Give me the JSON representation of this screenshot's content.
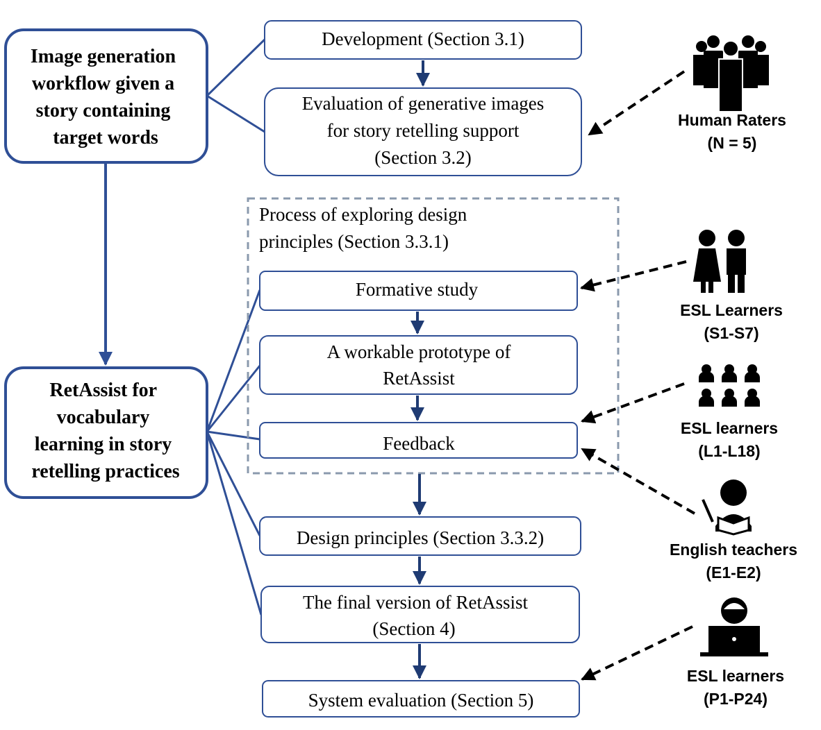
{
  "colors": {
    "box_border": "#2f4f96",
    "connector": "#2f4f96",
    "arrow": "#1f3b73",
    "dashed_group": "#8a99ad",
    "icon": "#000000",
    "text": "#000000"
  },
  "left_boxes": {
    "image_workflow": [
      "Image generation",
      "workflow given a",
      "story containing",
      "target words"
    ],
    "retassist": [
      "RetAssist for",
      "vocabulary",
      "learning in story",
      "retelling practices"
    ]
  },
  "steps": {
    "development": [
      "Development (Section 3.1)"
    ],
    "evaluation": [
      "Evaluation of generative images",
      "for story retelling support",
      "(Section 3.2)"
    ],
    "formative": [
      "Formative study"
    ],
    "prototype": [
      "A workable prototype of",
      "RetAssist"
    ],
    "feedback": [
      "Feedback"
    ],
    "design_principles": [
      "Design principles (Section 3.3.2)"
    ],
    "final_version": [
      "The final version of RetAssist",
      "(Section 4)"
    ],
    "system_eval": [
      "System evaluation (Section 5)"
    ]
  },
  "process_group": [
    "Process of exploring design",
    "principles (Section 3.3.1)"
  ],
  "participants": {
    "human_raters": {
      "icon": "crowd-icon",
      "lines": [
        "Human Raters",
        "(N = 5)"
      ]
    },
    "esl_s": {
      "icon": "students-pair-icon",
      "lines": [
        "ESL Learners",
        "(S1-S7)"
      ]
    },
    "esl_l": {
      "icon": "group-icon",
      "lines": [
        "ESL learners",
        "(L1-L18)"
      ]
    },
    "teachers": {
      "icon": "teacher-icon",
      "lines": [
        "English teachers",
        "(E1-E2)"
      ]
    },
    "esl_p": {
      "icon": "laptop-user-icon",
      "lines": [
        "ESL learners",
        "(P1-P24)"
      ]
    }
  }
}
